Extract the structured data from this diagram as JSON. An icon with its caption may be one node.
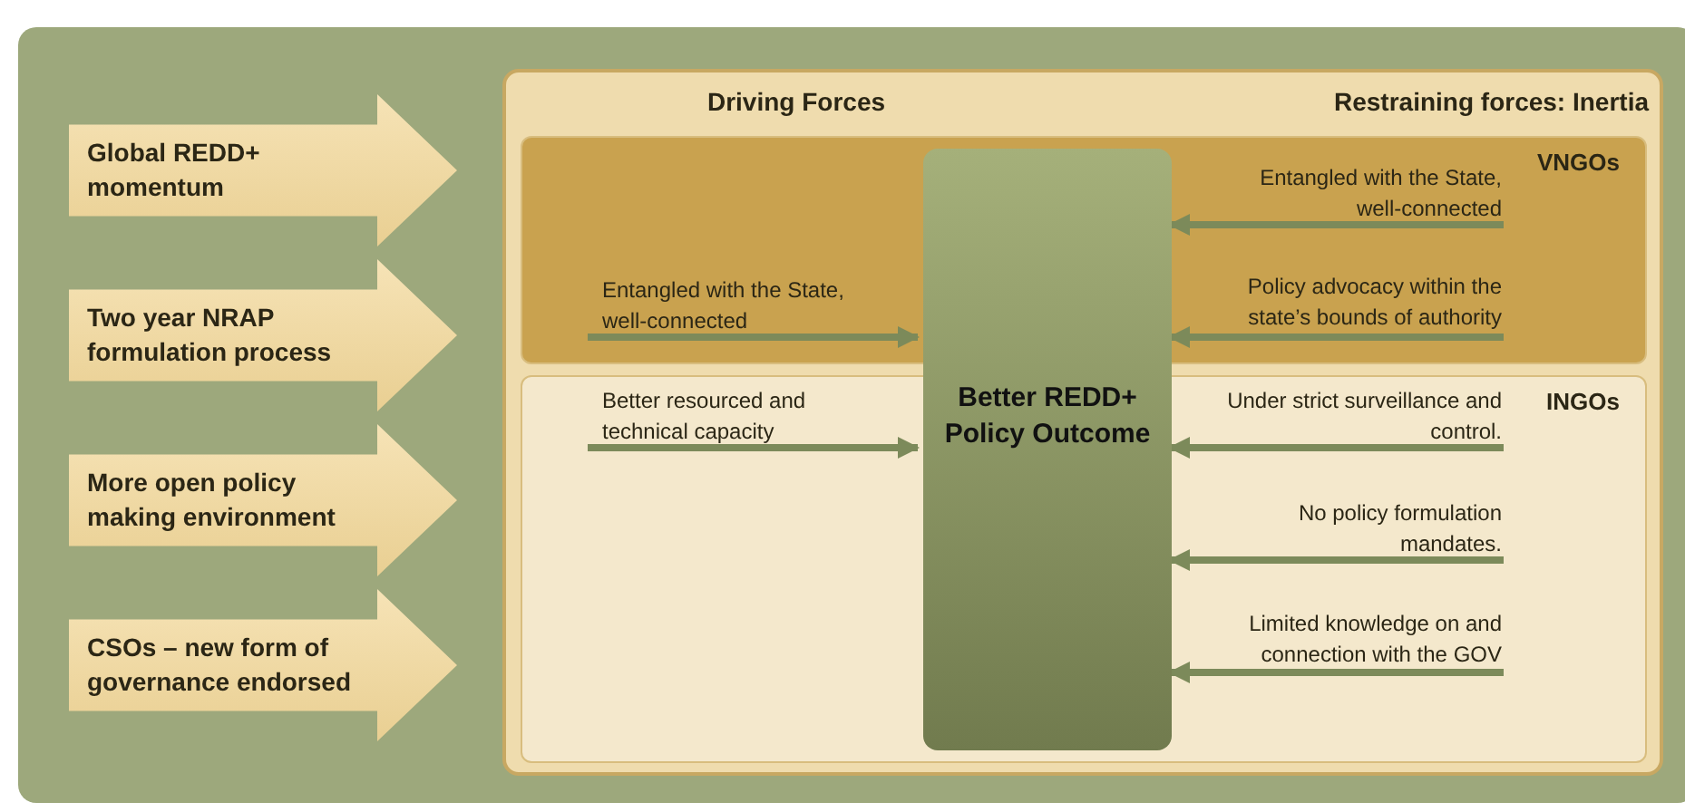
{
  "diagram": {
    "nodes": [
      {
        "text": [
          "Global REDD+ momentum"
        ]
      },
      {
        "text": [
          "Two year NRAP formulation process"
        ]
      },
      {
        "text": [
          "More open policy making environment"
        ]
      },
      {
        "text": [
          "CSOs – new form of governance endorsed"
        ]
      },
      {
        "text": [
          "Driving Forces",
          "Restraining forces: Inertia"
        ]
      },
      {
        "text": [
          "VNGOs"
        ],
        "in": 4
      },
      {
        "text": [
          "INGOs"
        ],
        "in": 4
      },
      {
        "text": [
          "Better REDD+ Policy Outcome"
        ],
        "in": 4
      }
    ],
    "edges": [
      {
        "from": 5,
        "to": 7,
        "arrow": "to",
        "label": "Entangled with the State, well-connected"
      },
      {
        "from": 6,
        "to": 7,
        "arrow": "to",
        "label": "Better resourced and technical capacity"
      },
      {
        "from": 5,
        "to": 7,
        "arrow": "to",
        "label": "Entangled with the State, well-connected"
      },
      {
        "from": 5,
        "to": 7,
        "arrow": "to",
        "label": "Policy advocacy within the state’s bounds of authority"
      },
      {
        "from": 6,
        "to": 7,
        "arrow": "to",
        "label": "Under strict surveillance and control."
      },
      {
        "from": 6,
        "to": 7,
        "arrow": "to",
        "label": "No policy formulation mandates."
      },
      {
        "from": 6,
        "to": 7,
        "arrow": "to",
        "label": "Limited knowledge on and connection with the GOV"
      }
    ]
  }
}
